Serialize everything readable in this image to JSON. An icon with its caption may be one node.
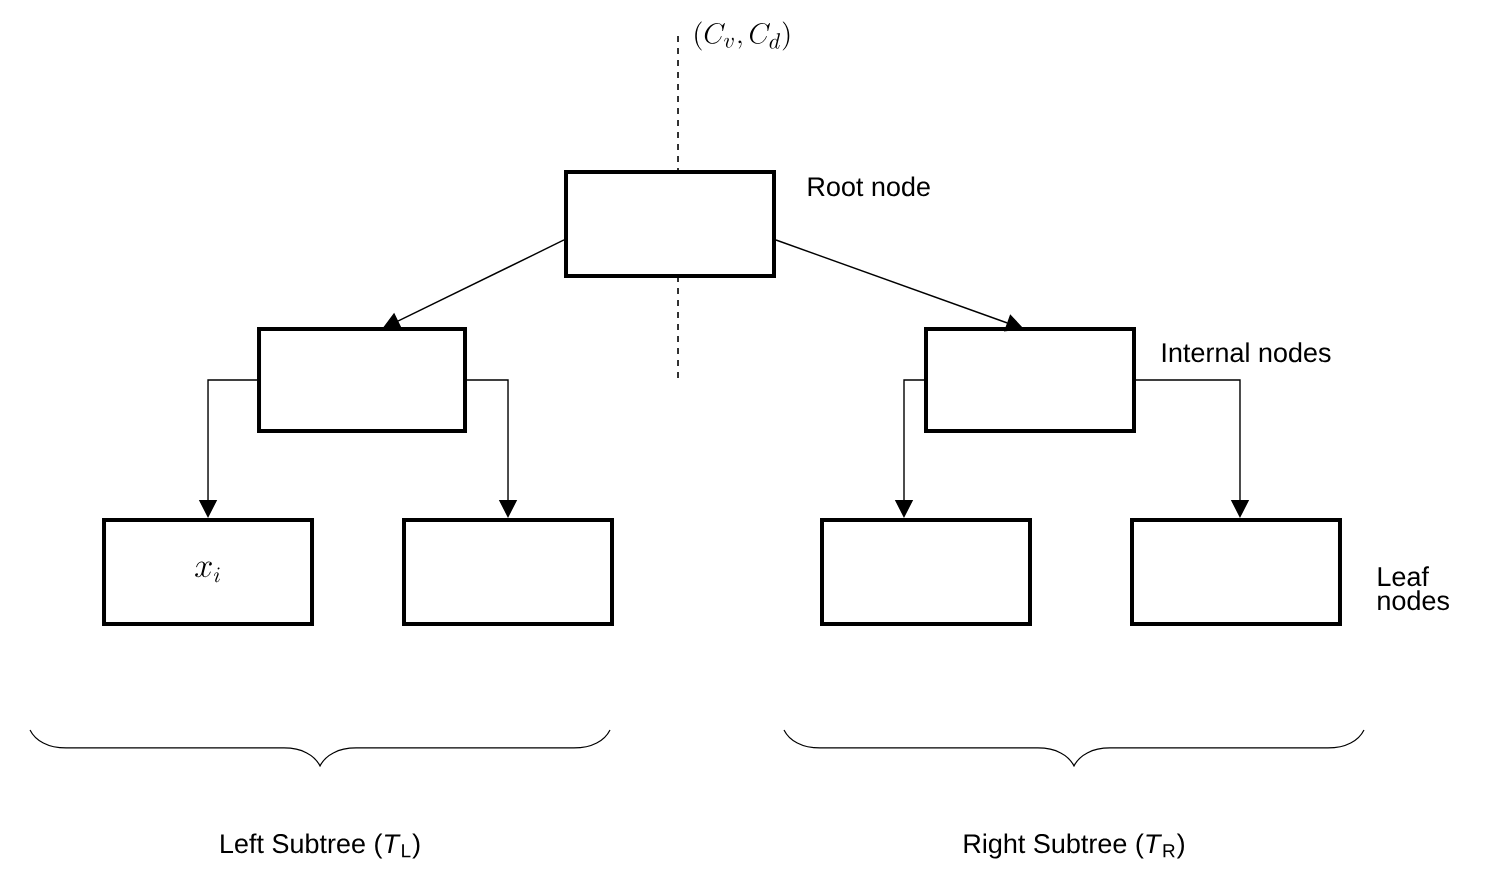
{
  "diagram": {
    "nodes": [
      {
        "text": [],
        "shape": "box",
        "beside": [
          "Root node"
        ]
      },
      {
        "text": [],
        "shape": "box"
      },
      {
        "text": [],
        "shape": "box",
        "beside": [
          "Internal nodes"
        ]
      },
      {
        "text": [
          "x_i"
        ]
      },
      {
        "text": [],
        "shape": "box"
      },
      {
        "text": [],
        "shape": "box"
      },
      {
        "text": [],
        "shape": "box",
        "beside": [
          "Leaf nodes"
        ]
      }
    ],
    "edges": [
      {
        "from": 0,
        "to": 1,
        "arrow": "to"
      },
      {
        "from": 0,
        "to": 2,
        "arrow": "to"
      },
      {
        "from": 1,
        "to": 3,
        "arrow": "to"
      },
      {
        "from": 1,
        "to": 4,
        "arrow": "to"
      },
      {
        "from": 2,
        "to": 5,
        "arrow": "to"
      },
      {
        "from": 2,
        "to": 6,
        "arrow": "to"
      }
    ],
    "labels": [
      "(C_v, C_d)",
      "Left Subtree (*T*$_{L}$)",
      "Right Subtree (*T*$_{R}$)"
    ]
  }
}
